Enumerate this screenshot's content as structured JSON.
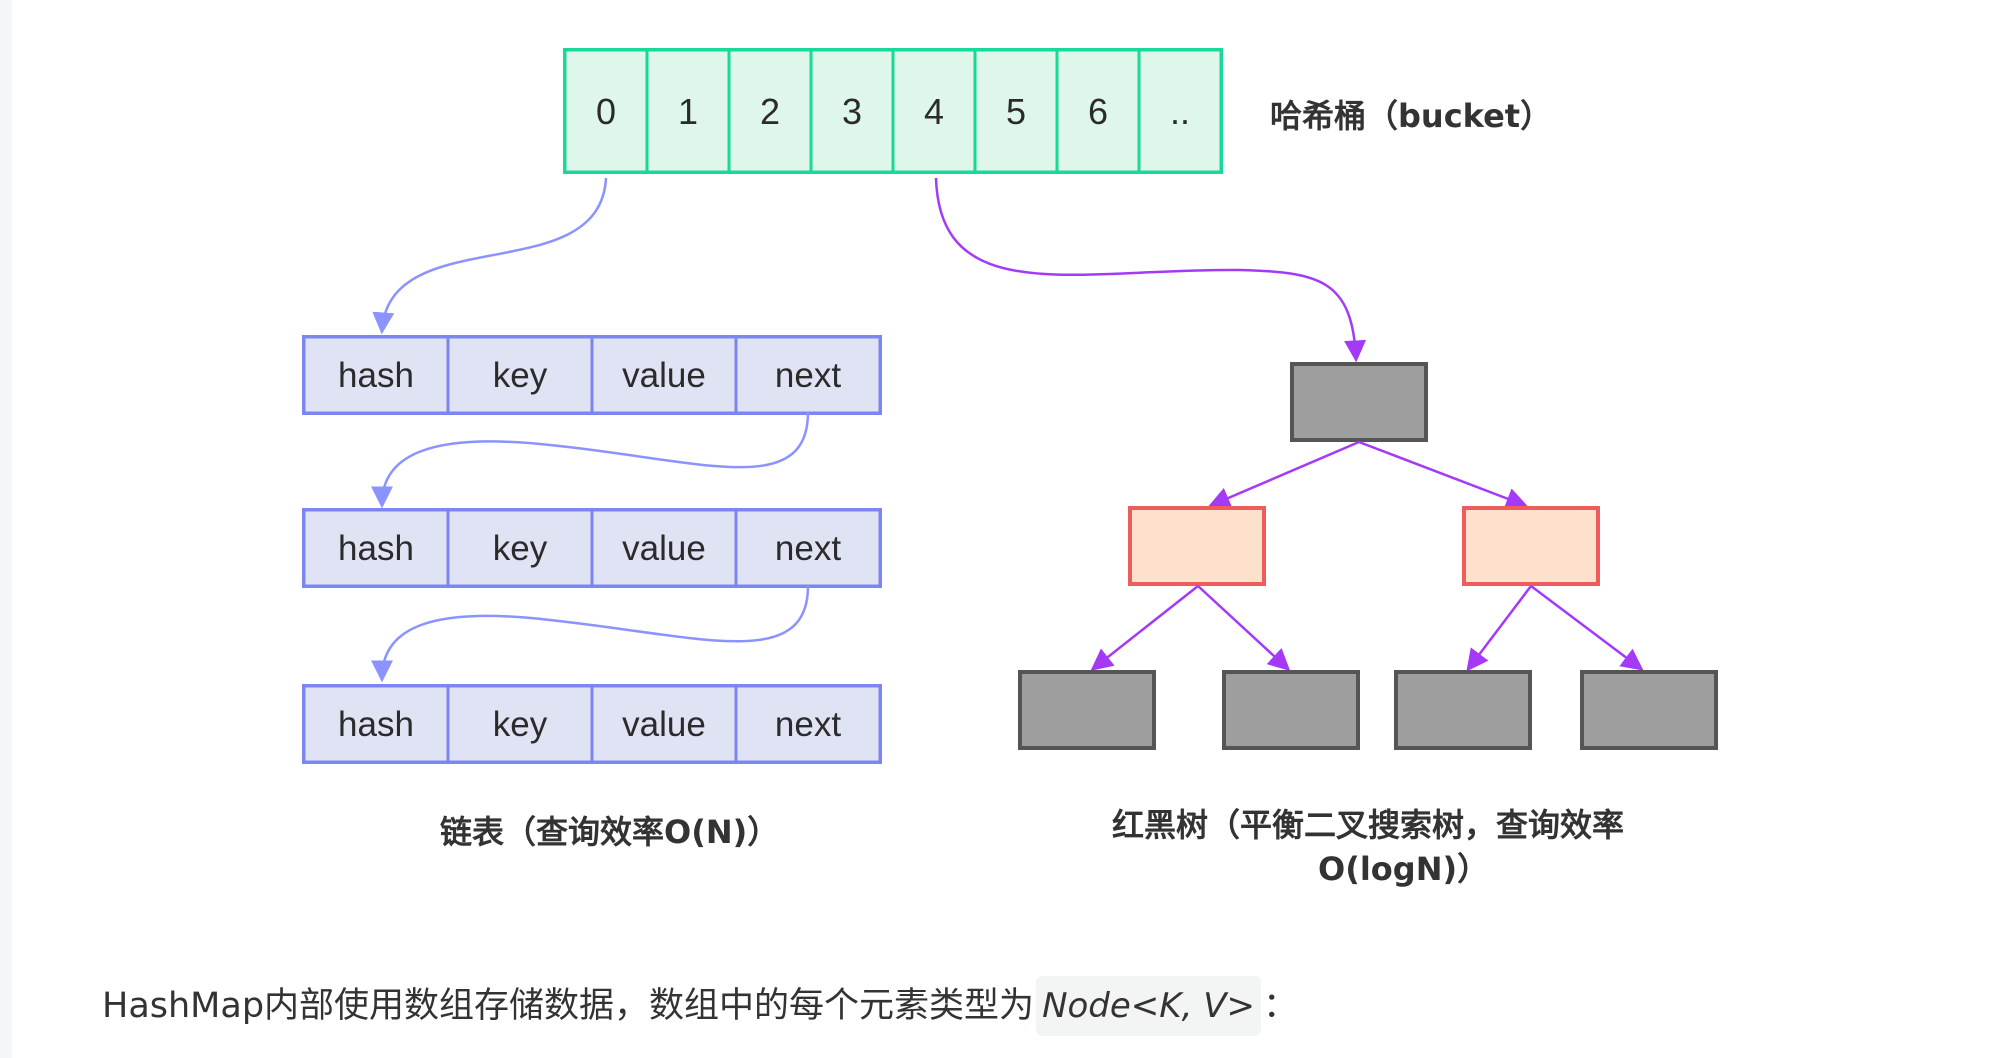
{
  "bucket": {
    "cells": [
      "0",
      "1",
      "2",
      "3",
      "4",
      "5",
      "6",
      ".."
    ],
    "label": "哈希桶（bucket）"
  },
  "linked_list": {
    "fields": [
      "hash",
      "key",
      "value",
      "next"
    ],
    "label": "链表（查询效率O(N)）"
  },
  "tree": {
    "label_line1": "红黑树（平衡二叉搜索树，查询效率",
    "label_line2": "O(logN)）"
  },
  "caption": {
    "text": "HashMap内部使用数组存储数据，数组中的每个元素类型为",
    "code": "Node<K, V>",
    "suffix": "："
  },
  "colors": {
    "bucket_fill": "#dff7ea",
    "bucket_stroke": "#19d99a",
    "node_fill": "#dfe3f4",
    "node_stroke": "#7b86f0",
    "list_arrow": "#8a93ff",
    "tree_arrow": "#a43af7",
    "black_node_fill": "#9e9e9e",
    "black_node_stroke": "#555555",
    "red_node_fill": "#fde1cc",
    "red_node_stroke": "#ef5d5a"
  }
}
